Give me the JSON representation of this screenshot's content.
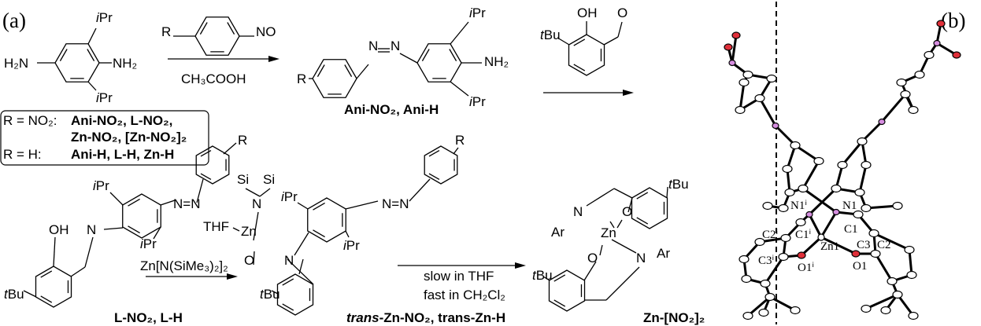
{
  "panel_a": {
    "label": "(a)",
    "diamine": {
      "substituent_top": "iPr",
      "substituent_bottom": "iPr",
      "left_group": "H₂N",
      "right_group": "NH₂"
    },
    "step1": {
      "reagent_r": "R",
      "reagent_group": "NO",
      "solvent": "CH₃COOH"
    },
    "legend": {
      "row1_prefix": "R = NO₂:",
      "row1_items": "Ani-NO₂, L-NO₂,",
      "row2_items": "Zn-NO₂, [Zn-NO₂]₂",
      "row3_prefix": "R = H:",
      "row3_items": "Ani-H, L-H, Zn-H"
    },
    "ani": {
      "r": "R",
      "n1": "N",
      "n2": "N",
      "ipr_top": "iPr",
      "ipr_bottom": "iPr",
      "nh2": "NH₂",
      "label": "Ani-NO₂, Ani-H"
    },
    "step2": {
      "oh": "OH",
      "o": "O",
      "tbu": "tBu"
    },
    "ligand": {
      "oh": "OH",
      "n": "N",
      "tbu": "tBu",
      "ipr_top": "iPr",
      "ipr_bottom": "iPr",
      "azo": "N=N",
      "r": "R",
      "label": "L-NO₂, L-H"
    },
    "step3": {
      "reagent": "Zn[N(SiMe₃)₂]₂"
    },
    "trans_zn": {
      "si1": "Si",
      "si2": "Si",
      "n_amide": "N",
      "thf": "THF",
      "zn": "Zn",
      "o": "O",
      "n": "N",
      "ipr_top": "iPr",
      "ipr_bottom": "iPr",
      "azo": "N=N",
      "r": "R",
      "tbu": "tBu",
      "label": "trans-Zn-NO₂, trans-Zn-H"
    },
    "step4": {
      "cond1": "slow in THF",
      "cond2": "fast in CH₂Cl₂"
    },
    "dimer": {
      "tbu_top": "tBu",
      "o_top": "O",
      "n_top": "N",
      "ar_top": "Ar",
      "zn": "Zn",
      "o_bottom": "O",
      "n_bottom": "N",
      "ar_bottom": "Ar",
      "tbu_bottom": "tBu",
      "label": "Zn-[NO₂]₂"
    }
  },
  "panel_b": {
    "label": "(b)",
    "atoms": {
      "N1i": "N1ⁱ",
      "N1": "N1",
      "C1": "C1",
      "C2i": "C2ⁱ",
      "C1i": "C1ⁱ",
      "Zn1": "Zn1",
      "C3": "C3",
      "C2": "C2",
      "C3i": "C3ⁱ",
      "O1i": "O1ⁱ",
      "O1": "O1"
    },
    "colors": {
      "oxygen": "#e0303a",
      "nitrogen": "#d68ee0",
      "carbon": "#ffffff"
    }
  }
}
